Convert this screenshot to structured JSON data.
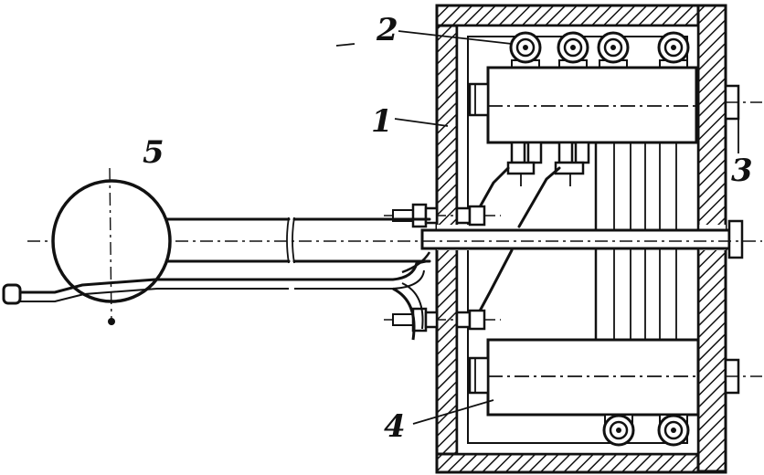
{
  "diagram": {
    "labels": {
      "housing": "1",
      "roller": "2",
      "bolt": "3",
      "capacitor": "4",
      "bulb": "5"
    }
  }
}
